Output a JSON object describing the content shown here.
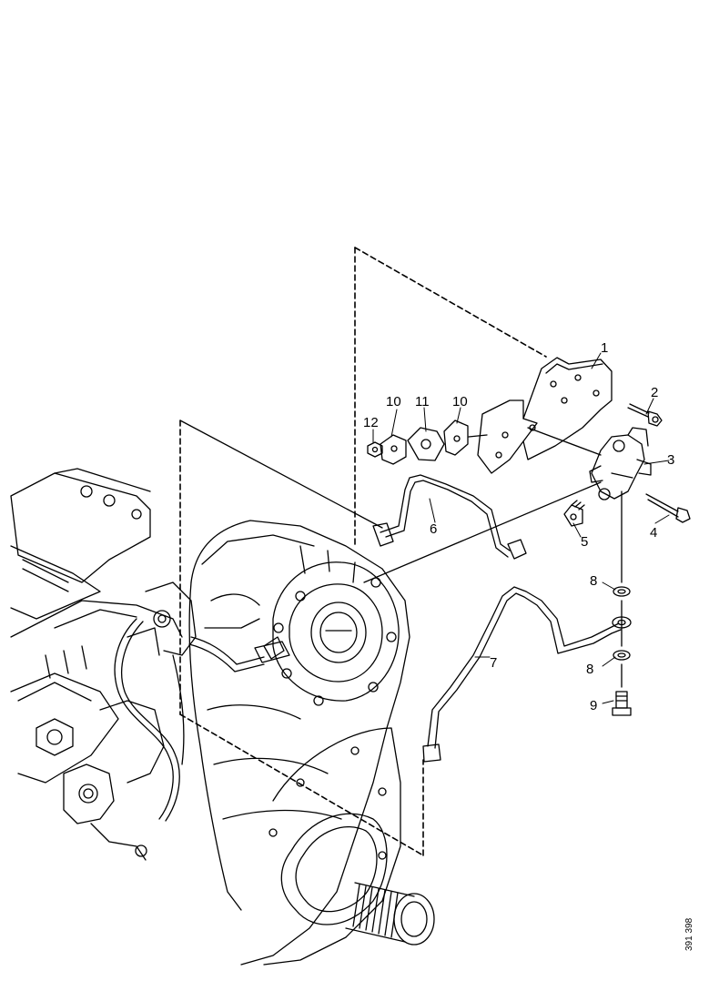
{
  "callouts": {
    "c1": "1",
    "c2": "2",
    "c3": "3",
    "c4": "4",
    "c5": "5",
    "c6": "6",
    "c7": "7",
    "c8a": "8",
    "c8b": "8",
    "c9": "9",
    "c10a": "10",
    "c10b": "10",
    "c11": "11",
    "c12": "12"
  },
  "reference_code": "391 398",
  "colors": {
    "line": "#000000",
    "background": "#ffffff"
  }
}
